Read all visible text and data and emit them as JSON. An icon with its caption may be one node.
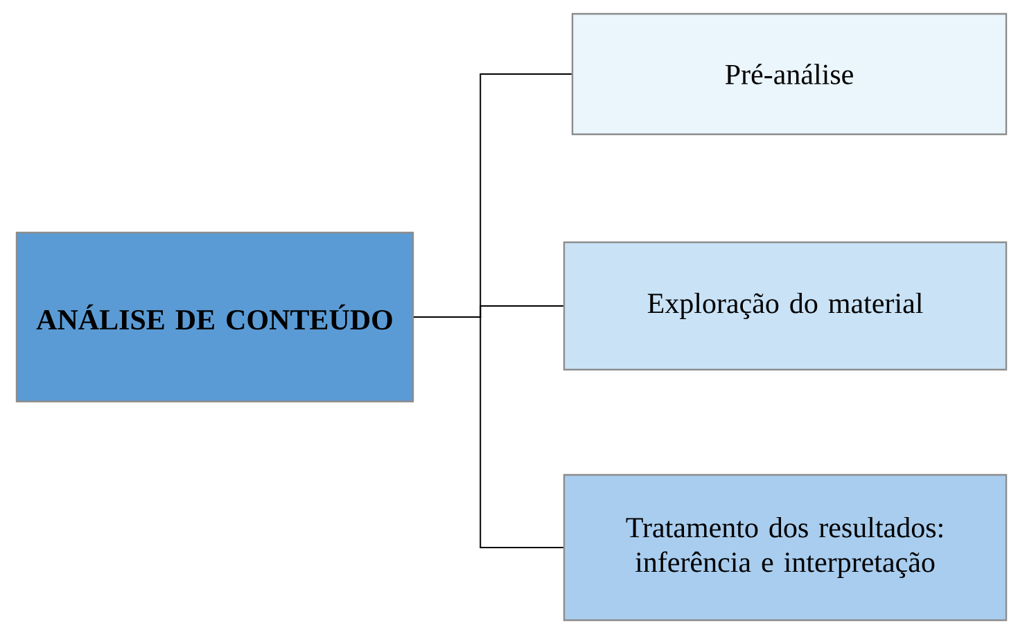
{
  "diagram": {
    "nodes": [
      {
        "text": [
          "ANÁLISE DE CONTEÚDO"
        ]
      },
      {
        "text": [
          "Pré-análise"
        ]
      },
      {
        "text": [
          "Exploração do material"
        ]
      },
      {
        "text": [
          "Tratamento dos resultados: inferência e interpretação"
        ]
      }
    ],
    "edges": [
      {
        "from": 0,
        "to": 1,
        "arrow": "none"
      },
      {
        "from": 0,
        "to": 2,
        "arrow": "none"
      },
      {
        "from": 0,
        "to": 3,
        "arrow": "none"
      }
    ]
  }
}
